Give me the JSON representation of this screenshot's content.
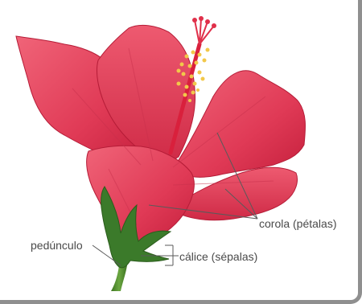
{
  "labels": {
    "corola": "corola (pétalas)",
    "calice": "cálice (sépalas)",
    "pedunculo": "pedúnculo"
  },
  "colors": {
    "petal_light": "#e84a62",
    "petal_dark": "#c82140",
    "sepal": "#3b7a2a",
    "stem": "#4f8a30",
    "stamen": "#f2c84a",
    "pistil": "#d9203c",
    "leader_line": "#5a5a5a",
    "label_text": "#4a4a4a",
    "frame_border": "#8f8f8f"
  }
}
